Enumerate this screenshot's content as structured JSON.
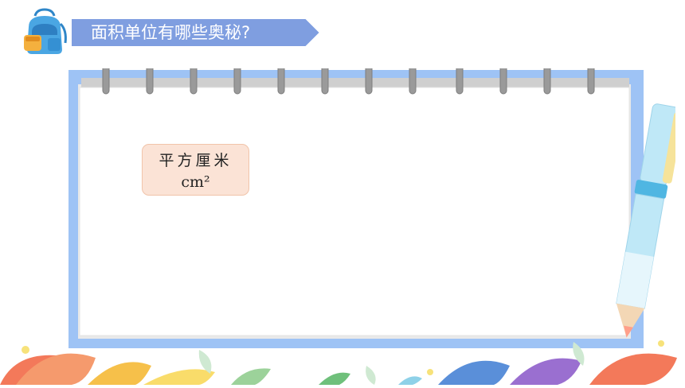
{
  "header": {
    "title": "面积单位有哪些奥秘?"
  },
  "card": {
    "name": "平方厘米",
    "symbol": "cm²"
  },
  "colors": {
    "banner": "#7f9ee0",
    "notebook_frame": "#9ec3f5",
    "card_fill": "#fbe3d6",
    "pencil": "#bfe8f7"
  },
  "icons": {
    "backpack": "backpack-icon",
    "pencil": "pencil-icon"
  }
}
